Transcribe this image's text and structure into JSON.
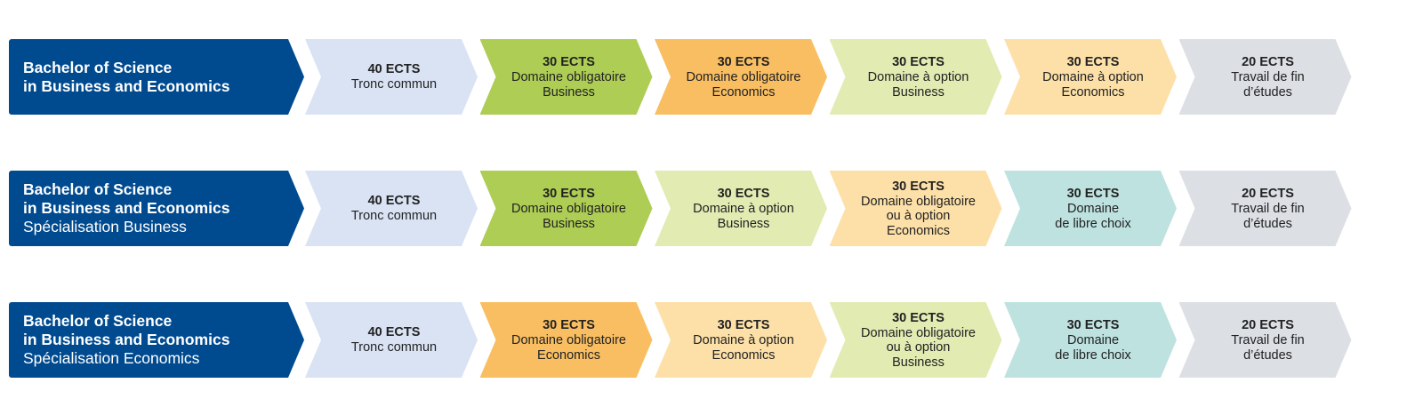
{
  "rows": [
    {
      "title": [
        "Bachelor of Science",
        "in Business and Economics"
      ],
      "subtitle": "",
      "steps": [
        {
          "ects": "40 ECTS",
          "lines": [
            "Tronc commun"
          ],
          "color": "#d9e3f4"
        },
        {
          "ects": "30 ECTS",
          "lines": [
            "Domaine obligatoire",
            "Business"
          ],
          "color": "#aecd55"
        },
        {
          "ects": "30 ECTS",
          "lines": [
            "Domaine obligatoire",
            "Economics"
          ],
          "color": "#f9be62"
        },
        {
          "ects": "30 ECTS",
          "lines": [
            "Domaine à option",
            "Business"
          ],
          "color": "#e2ebb2"
        },
        {
          "ects": "30 ECTS",
          "lines": [
            "Domaine à option",
            "Economics"
          ],
          "color": "#fde0a8"
        },
        {
          "ects": "20 ECTS",
          "lines": [
            "Travail de fin",
            "d’études"
          ],
          "color": "#dcdfe4"
        }
      ]
    },
    {
      "title": [
        "Bachelor of Science",
        "in Business and Economics"
      ],
      "subtitle": "Spécialisation Business",
      "steps": [
        {
          "ects": "40 ECTS",
          "lines": [
            "Tronc commun"
          ],
          "color": "#d9e3f4"
        },
        {
          "ects": "30 ECTS",
          "lines": [
            "Domaine obligatoire",
            "Business"
          ],
          "color": "#aecd55"
        },
        {
          "ects": "30 ECTS",
          "lines": [
            "Domaine à option",
            "Business"
          ],
          "color": "#e2ebb2"
        },
        {
          "ects": "30 ECTS",
          "lines": [
            "Domaine obligatoire",
            "ou à option",
            "Economics"
          ],
          "color": "#fde0a8"
        },
        {
          "ects": "30 ECTS",
          "lines": [
            "Domaine",
            "de libre choix"
          ],
          "color": "#bde2e0"
        },
        {
          "ects": "20 ECTS",
          "lines": [
            "Travail de fin",
            "d’études"
          ],
          "color": "#dcdfe4"
        }
      ]
    },
    {
      "title": [
        "Bachelor of Science",
        "in Business and Economics"
      ],
      "subtitle": "Spécialisation Economics",
      "steps": [
        {
          "ects": "40 ECTS",
          "lines": [
            "Tronc commun"
          ],
          "color": "#d9e3f4"
        },
        {
          "ects": "30 ECTS",
          "lines": [
            "Domaine obligatoire",
            "Economics"
          ],
          "color": "#f9be62"
        },
        {
          "ects": "30 ECTS",
          "lines": [
            "Domaine à option",
            "Economics"
          ],
          "color": "#fde0a8"
        },
        {
          "ects": "30 ECTS",
          "lines": [
            "Domaine obligatoire",
            "ou à option",
            "Business"
          ],
          "color": "#e2ebb2"
        },
        {
          "ects": "30 ECTS",
          "lines": [
            "Domaine",
            "de libre choix"
          ],
          "color": "#bde2e0"
        },
        {
          "ects": "20 ECTS",
          "lines": [
            "Travail de fin",
            "d’études"
          ],
          "color": "#dcdfe4"
        }
      ]
    }
  ]
}
